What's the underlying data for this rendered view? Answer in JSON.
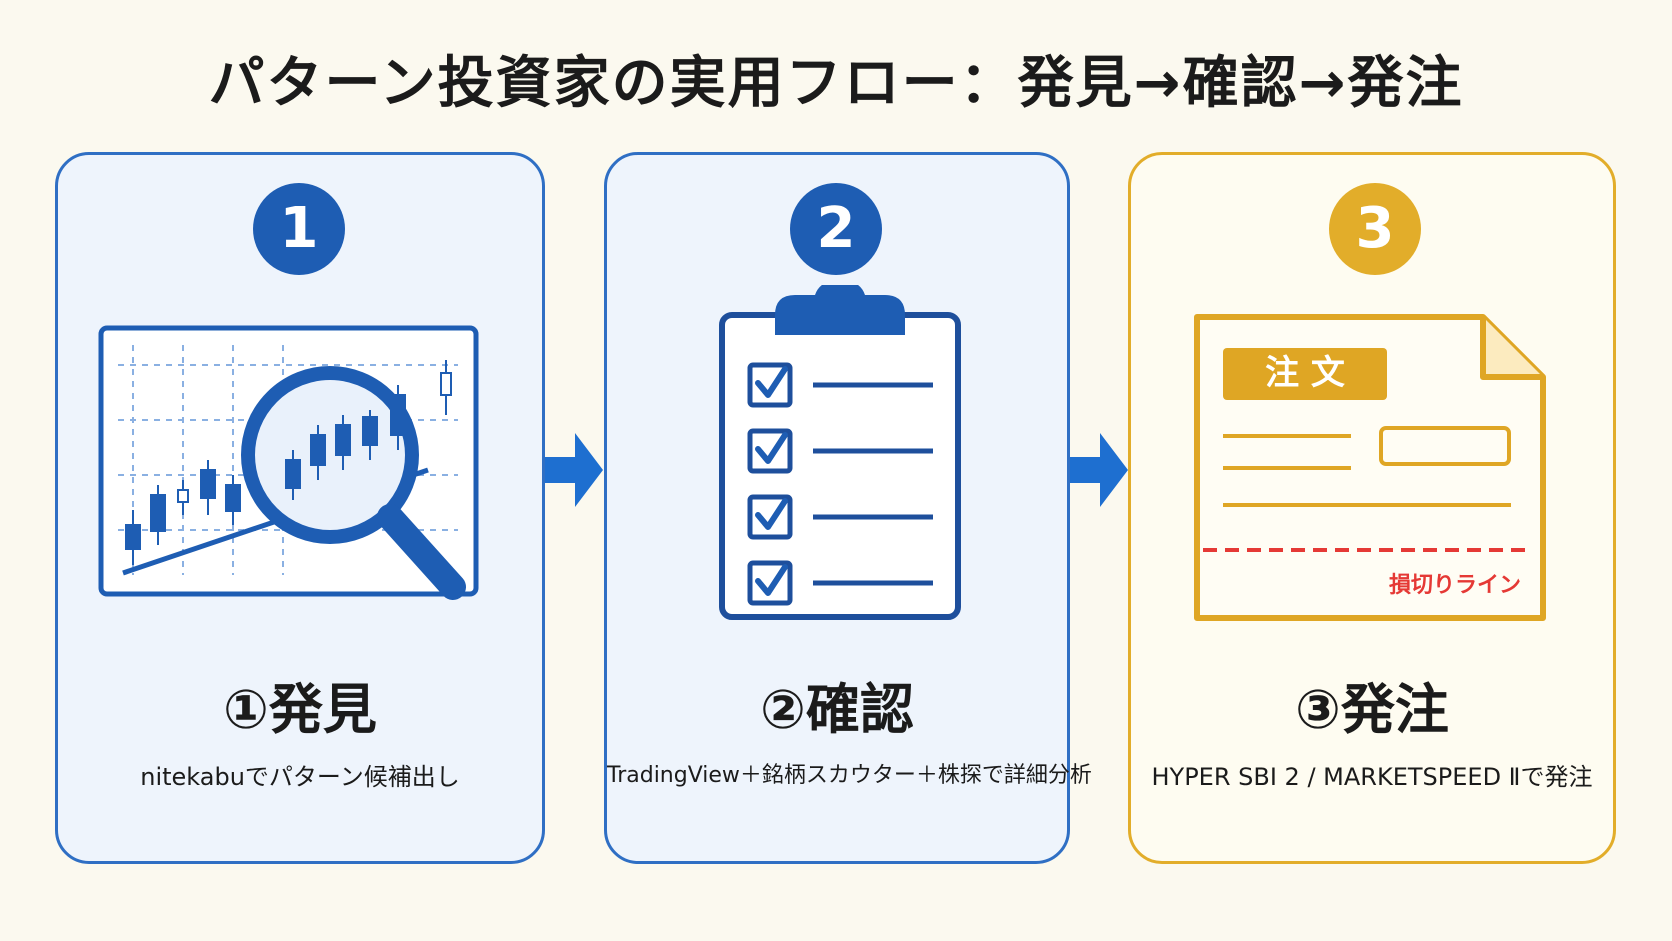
{
  "title": "パターン投資家の実用フロー：発見→確認→発注",
  "colors": {
    "blue": "#1e5db3",
    "yellow": "#e2ad2a",
    "red": "#e53935"
  },
  "steps": [
    {
      "number": "1",
      "title": "①発見",
      "desc": "nitekabuでパターン候補出し",
      "icon": "chart-magnifier-icon"
    },
    {
      "number": "2",
      "title": "②確認",
      "desc": "TradingView＋銘柄スカウター＋株探で詳細分析",
      "icon": "clipboard-checklist-icon"
    },
    {
      "number": "3",
      "title": "③発注",
      "desc": "HYPER SBI 2 / MARKETSPEED Ⅱで発注",
      "icon": "order-document-icon"
    }
  ],
  "order_doc": {
    "badge": "注 文",
    "stop_loss": "損切りライン"
  }
}
